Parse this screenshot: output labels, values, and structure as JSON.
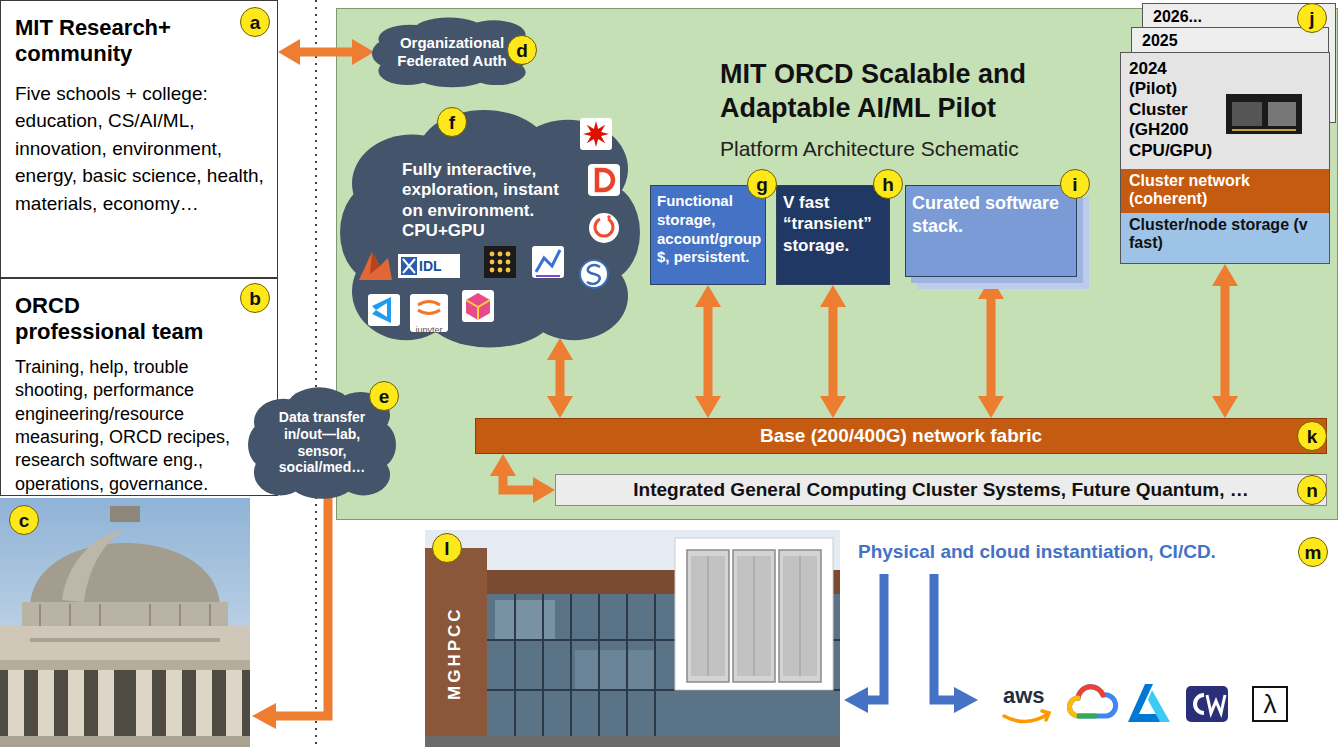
{
  "diagram": {
    "nodes": [
      {
        "text": [
          "MIT Research+ community",
          "Five schools + college: education, CS/AI/ML, innovation, environment, energy, basic science, health, materials, economy…"
        ]
      },
      {
        "text": [
          "ORCD professional team",
          "Training, help, trouble shooting, performance engineering/resource measuring, ORCD recipes, research software eng., operations, governance."
        ]
      },
      {
        "text": [
          "MIT ORCD Scalable and Adaptable AI/ML Pilot",
          "Platform Architecture Schematic"
        ]
      },
      {
        "text": [
          "Organizational Federated Auth"
        ],
        "in": 2
      },
      {
        "text": [
          "Fully interactive, exploration, instant on environment. CPU+GPU"
        ],
        "in": 2
      },
      {
        "text": [
          "Functional storage, account/group $, persistent."
        ],
        "in": 2
      },
      {
        "text": [
          "V fast “transient” storage."
        ],
        "in": 2
      },
      {
        "text": [
          "Curated software stack."
        ],
        "in": 2
      },
      {
        "text": [
          "2026..."
        ],
        "in": 2
      },
      {
        "text": [
          "2025"
        ],
        "in": 2
      },
      {
        "text": [
          "2024 (Pilot) Cluster (GH200 CPU/GPU)"
        ],
        "in": 2
      },
      {
        "text": [
          "Cluster network (coherent)"
        ],
        "in": 10
      },
      {
        "text": [
          "Cluster/node storage (v fast)"
        ],
        "in": 10
      },
      {
        "text": [
          "Base (200/400G) network fabric"
        ],
        "in": 2
      },
      {
        "text": [
          "Integrated General Computing Cluster Systems, Future Quantum, …"
        ],
        "in": 2
      },
      {
        "text": [
          "Data transfer in/out—lab, sensor, social/med…"
        ]
      }
    ],
    "edges": [
      {
        "from": 0,
        "to": 3,
        "arrow": "both"
      },
      {
        "from": 4,
        "to": 13,
        "arrow": "both"
      },
      {
        "from": 5,
        "to": 13,
        "arrow": "both"
      },
      {
        "from": 6,
        "to": 13,
        "arrow": "both"
      },
      {
        "from": 7,
        "to": 13,
        "arrow": "both"
      },
      {
        "from": 10,
        "to": 13,
        "arrow": "both"
      },
      {
        "from": 13,
        "to": 14,
        "arrow": "both"
      }
    ],
    "labels": [
      "a",
      "b",
      "c",
      "d",
      "e",
      "f",
      "g",
      "h",
      "i",
      "j",
      "k",
      "l",
      "m",
      "n",
      "Physical and cloud instantiation, CI/CD.",
      "IDL",
      "jupyter",
      "MGHPCC",
      "aws",
      "λ"
    ]
  }
}
